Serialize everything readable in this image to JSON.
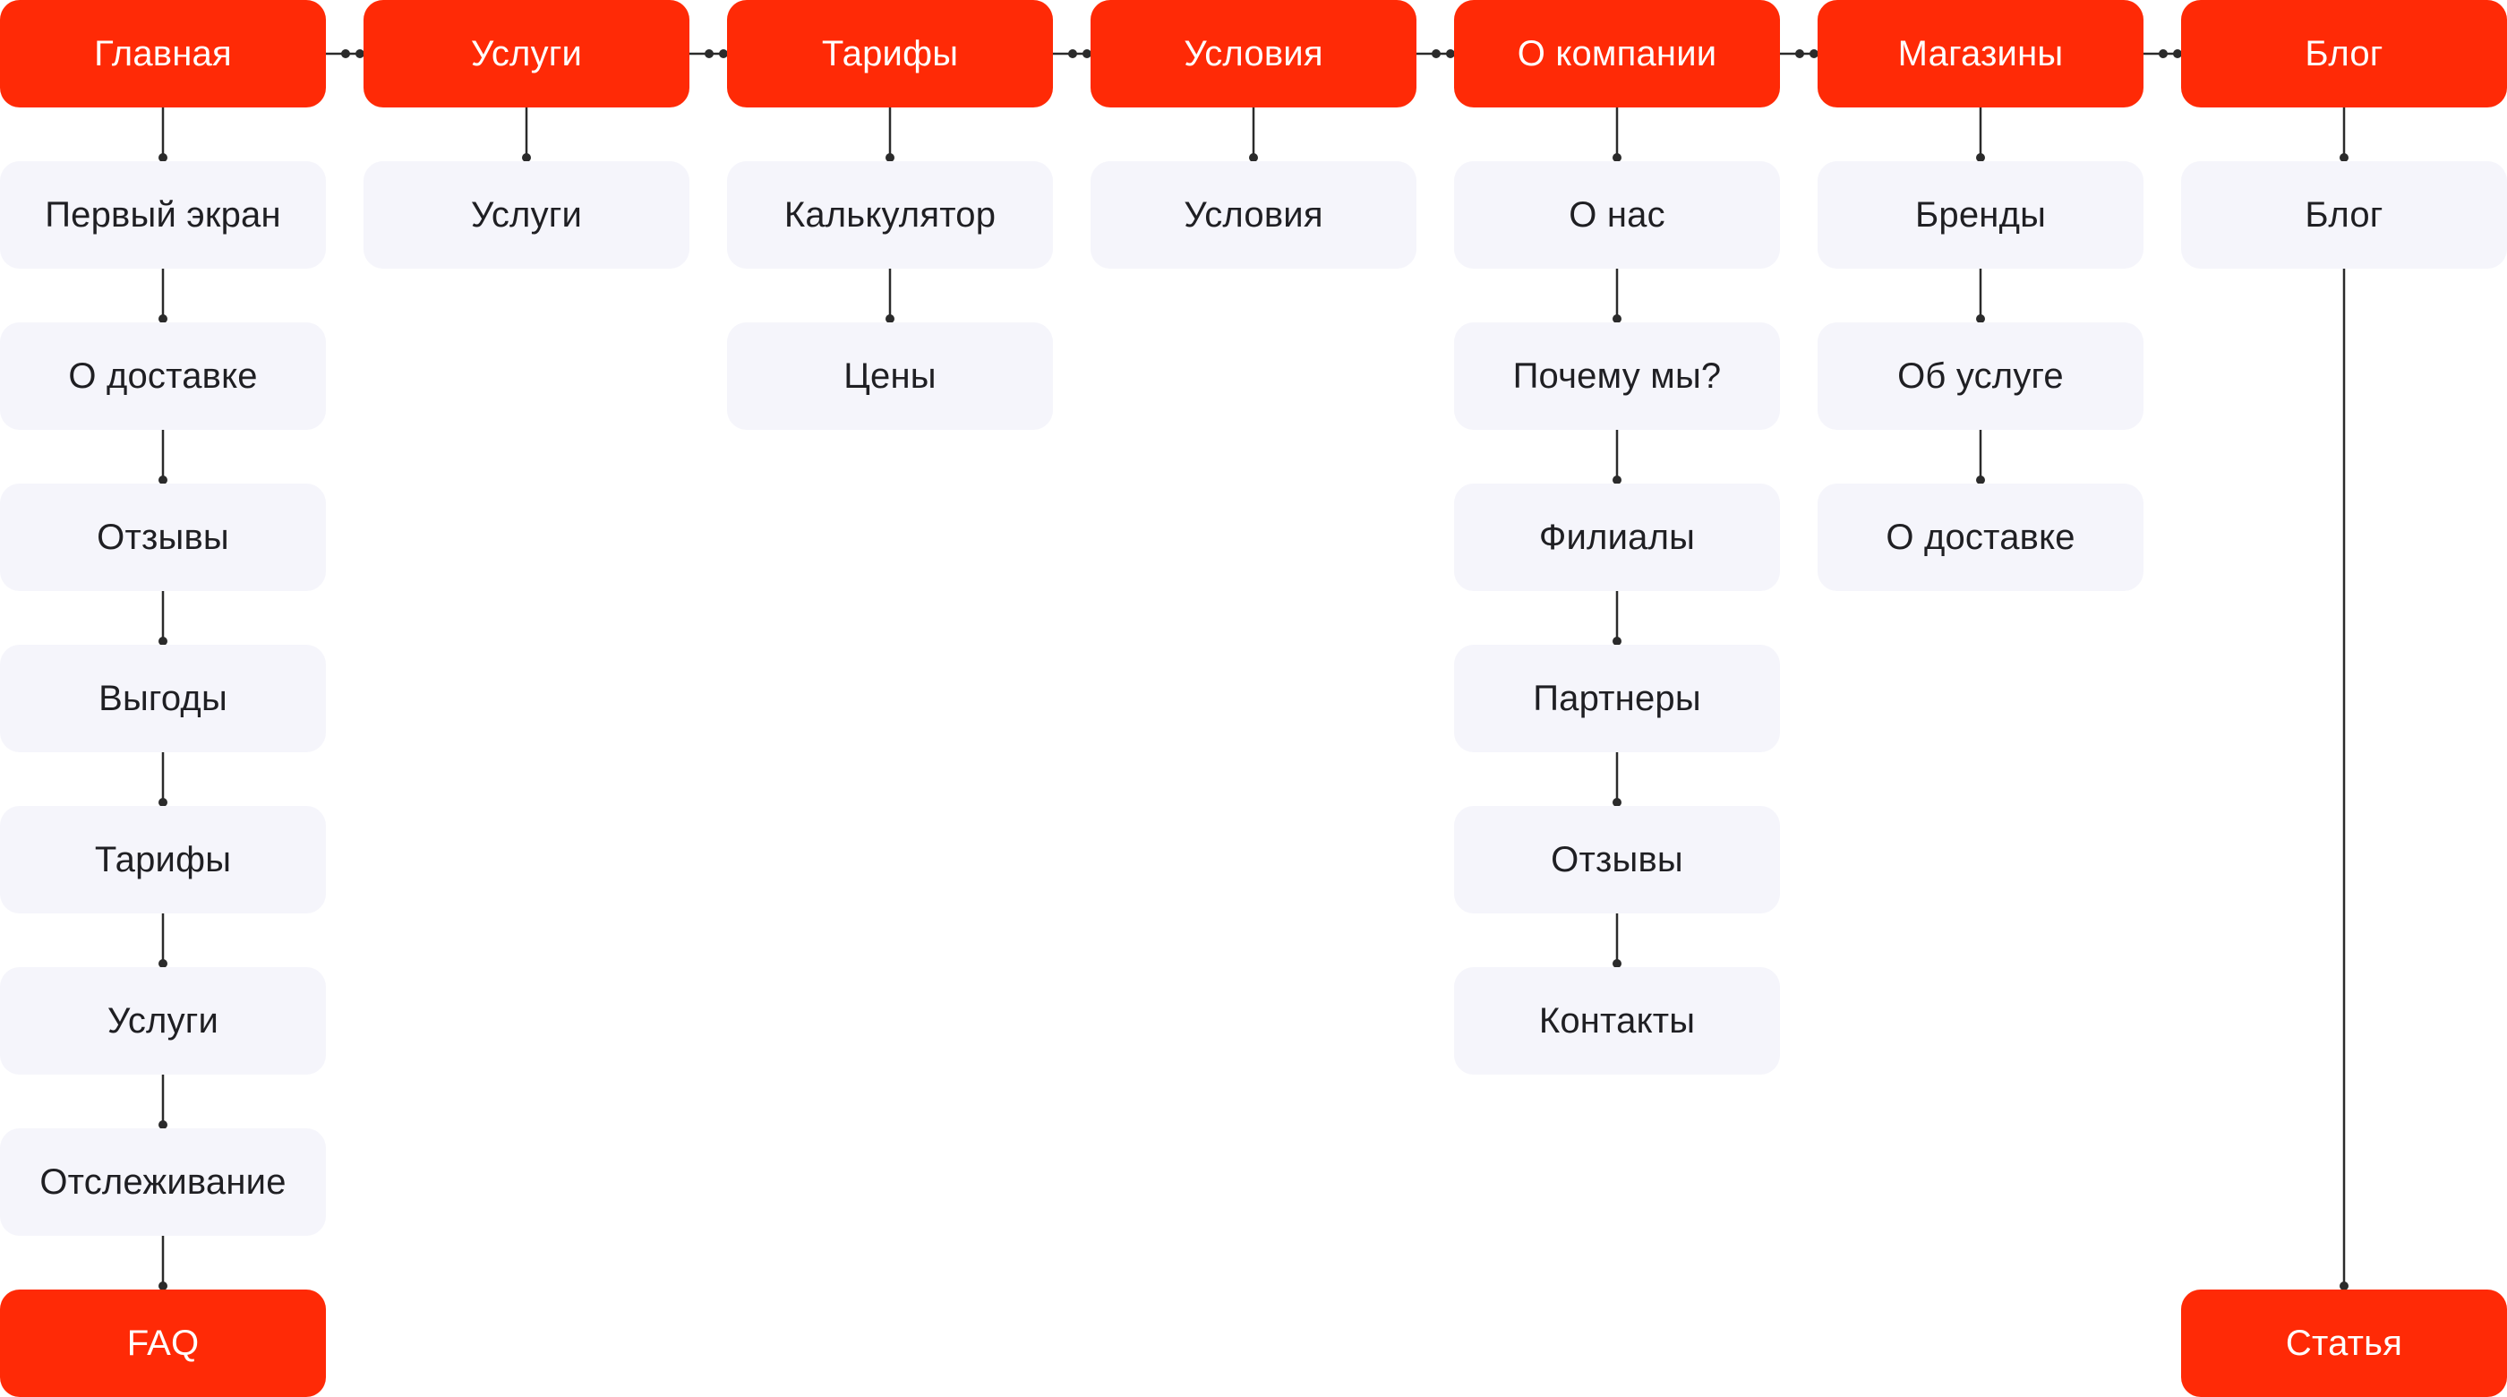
{
  "colors": {
    "primary": "#ff2a06",
    "secondary": "#f5f5fb",
    "line": "#2b2b2b",
    "text_dark": "#1f1f23",
    "text_light": "#ffffff"
  },
  "columns": [
    {
      "id": "main",
      "label": "Главная",
      "children": [
        {
          "label": "Первый экран"
        },
        {
          "label": "О доставке"
        },
        {
          "label": "Отзывы"
        },
        {
          "label": "Выгоды"
        },
        {
          "label": "Тарифы"
        },
        {
          "label": "Услуги"
        },
        {
          "label": "Отслеживание"
        },
        {
          "label": "FAQ",
          "style": "primary"
        }
      ]
    },
    {
      "id": "services",
      "label": "Услуги",
      "children": [
        {
          "label": "Услуги"
        }
      ]
    },
    {
      "id": "tariffs",
      "label": "Тарифы",
      "children": [
        {
          "label": "Калькулятор"
        },
        {
          "label": "Цены"
        }
      ]
    },
    {
      "id": "conditions",
      "label": "Условия",
      "children": [
        {
          "label": "Условия"
        }
      ]
    },
    {
      "id": "about",
      "label": "О компании",
      "children": [
        {
          "label": "О нас"
        },
        {
          "label": "Почему мы?"
        },
        {
          "label": "Филиалы"
        },
        {
          "label": "Партнеры"
        },
        {
          "label": "Отзывы"
        },
        {
          "label": "Контакты"
        }
      ]
    },
    {
      "id": "shops",
      "label": "Магазины",
      "children": [
        {
          "label": "Бренды"
        },
        {
          "label": "Об услуге"
        },
        {
          "label": "О доставке"
        }
      ]
    },
    {
      "id": "blog",
      "label": "Блог",
      "children": [
        {
          "label": "Блог"
        },
        {
          "label": "Статья",
          "style": "primary",
          "row": 7
        }
      ]
    }
  ]
}
